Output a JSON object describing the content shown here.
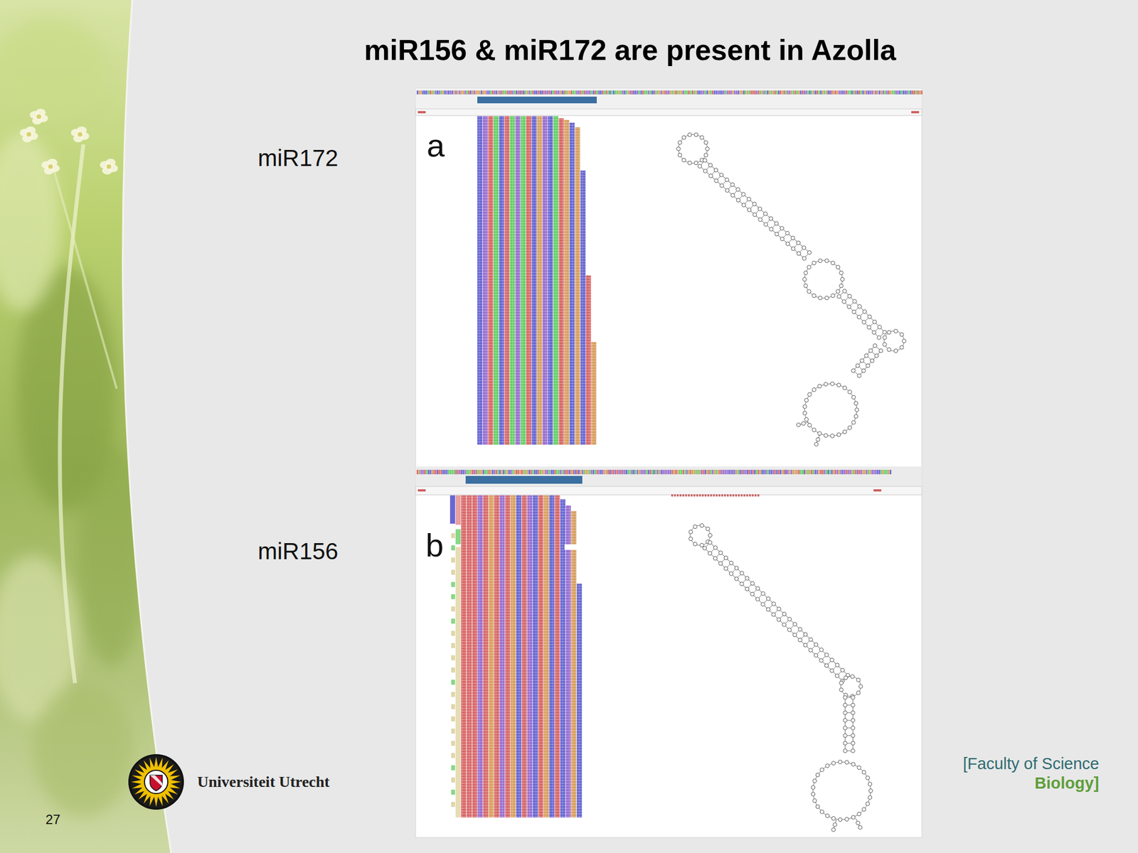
{
  "diagram": {
    "title": "miR156 & miR172 are present in Azolla",
    "labels": [
      "miR172",
      "a",
      "miR156",
      "b",
      "Universiteit Utrecht",
      "[Faculty of Science",
      "Biology]",
      "27"
    ]
  }
}
